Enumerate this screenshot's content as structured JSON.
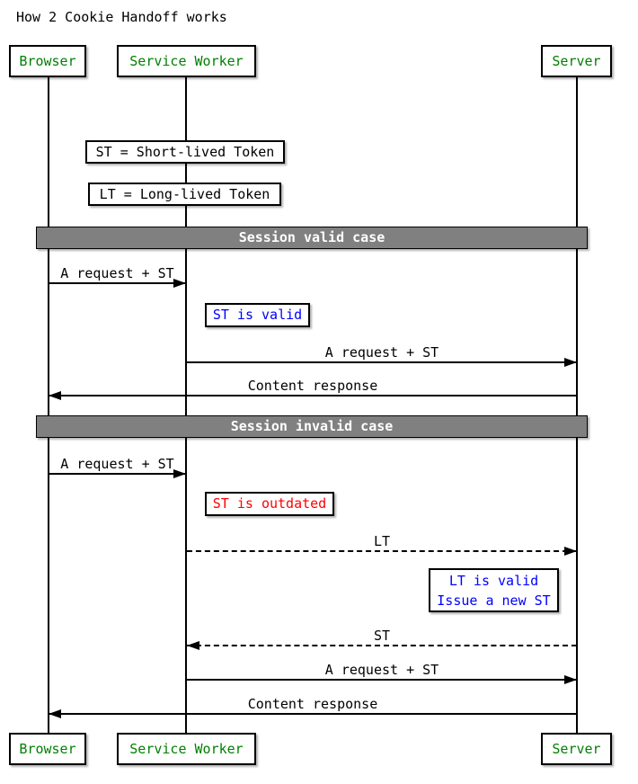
{
  "title": "How 2 Cookie Handoff works",
  "actors": {
    "browser": "Browser",
    "service_worker": "Service Worker",
    "server": "Server"
  },
  "legend": {
    "st": "ST = Short-lived Token",
    "lt": "LT = Long-lived Token"
  },
  "dividers": {
    "valid": "Session valid case",
    "invalid": "Session invalid case"
  },
  "messages": {
    "request_st_1": "A request + ST",
    "request_st_2": "A request + ST",
    "content_response_1": "Content response",
    "request_st_3": "A request + ST",
    "lt": "LT",
    "st": "ST",
    "request_st_4": "A request + ST",
    "content_response_2": "Content response"
  },
  "notes": {
    "st_valid": "ST is valid",
    "st_outdated": "ST is outdated",
    "lt_valid_line1": "LT is valid",
    "lt_valid_line2": "Issue a new ST"
  },
  "colors": {
    "actor_text": "#008000",
    "note_info_text": "#0000ff",
    "note_error_text": "#ff0000",
    "divider_bg": "#808080",
    "divider_text": "#ffffff",
    "line": "#000000"
  }
}
